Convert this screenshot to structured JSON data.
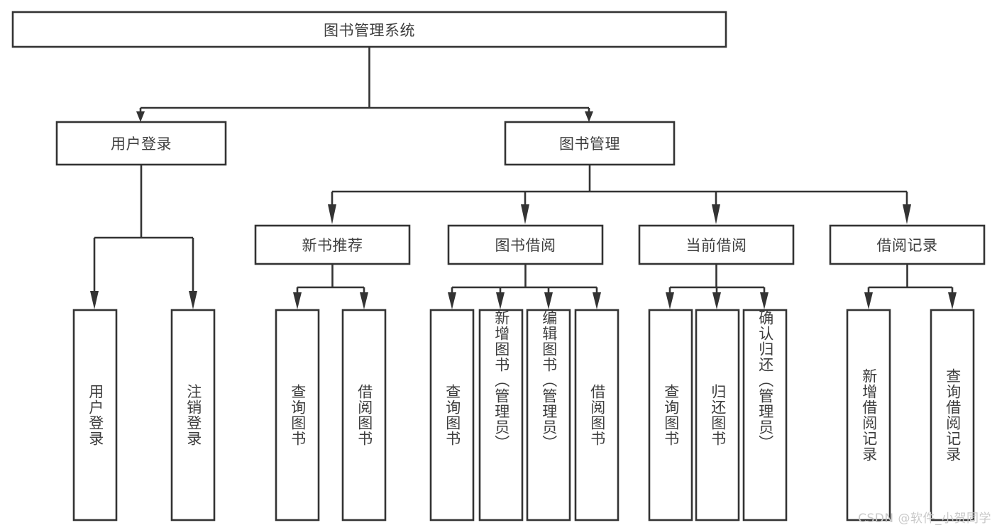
{
  "diagram": {
    "type": "tree-hierarchy",
    "title": "图书管理系统",
    "watermark": "CSDN @软件_小贺同学",
    "colors": {
      "box_stroke": "#333333",
      "box_fill": "#ffffff",
      "text": "#3d3d3d",
      "background": "#ffffff",
      "watermark": "#c9c9c9"
    },
    "nodes": {
      "root": {
        "label": "图书管理系统"
      },
      "level1": [
        {
          "label": "用户登录"
        },
        {
          "label": "图书管理"
        }
      ],
      "level2": [
        {
          "label": "新书推荐"
        },
        {
          "label": "图书借阅"
        },
        {
          "label": "当前借阅"
        },
        {
          "label": "借阅记录"
        }
      ],
      "leaves": {
        "user_login": [
          {
            "label": "用户登录"
          },
          {
            "label": "注销登录"
          }
        ],
        "new_book": [
          {
            "label": "查询图书"
          },
          {
            "label": "借阅图书"
          }
        ],
        "book_borrow": [
          {
            "label": "查询图书"
          },
          {
            "label": "新增图书（管理员）"
          },
          {
            "label": "编辑图书（管理员）"
          },
          {
            "label": "借阅图书"
          }
        ],
        "current_borrow": [
          {
            "label": "查询图书"
          },
          {
            "label": "归还图书"
          },
          {
            "label": "确认归还（管理员）"
          }
        ],
        "borrow_record": [
          {
            "label": "新增借阅记录"
          },
          {
            "label": "查询借阅记录"
          }
        ]
      }
    }
  }
}
